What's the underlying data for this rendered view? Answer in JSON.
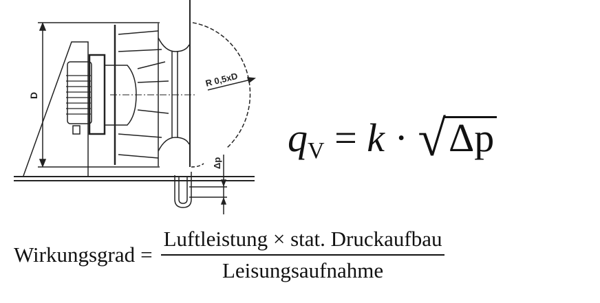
{
  "drawing": {
    "dimension_label": "D",
    "radius_label": "R 0,5xD",
    "pressure_label": "Δp"
  },
  "formula_flow": {
    "lhs": "q",
    "lhs_sub": "V",
    "equals": "=",
    "coefficient": "k",
    "dot": "·",
    "radicand": "Δp"
  },
  "formula_efficiency": {
    "lhs": "Wirkungsgrad",
    "equals": "=",
    "numerator": "Luftleistung × stat. Druckaufbau",
    "denominator": "Leisungsaufnahme"
  }
}
